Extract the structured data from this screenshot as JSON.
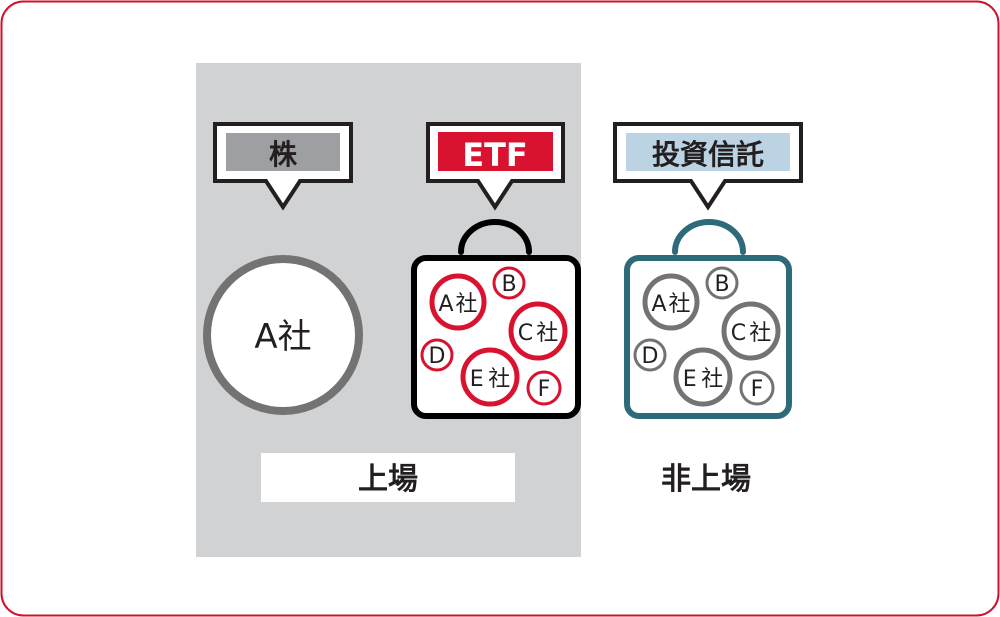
{
  "labels": {
    "stock": "株",
    "etf": "ETF",
    "fund": "投資信託",
    "listed": "上場",
    "unlisted": "非上場"
  },
  "stock_company": "A社",
  "bag_companies": [
    "A社",
    "B",
    "C社",
    "D",
    "E社",
    "F"
  ],
  "colors": {
    "frame": "#d0102b",
    "panel": "#d1d2d4",
    "etf": "#d9132f",
    "fund_label": "#bcd3e3",
    "fund_bag": "#2e6b7a",
    "gray_circle": "#737373"
  }
}
